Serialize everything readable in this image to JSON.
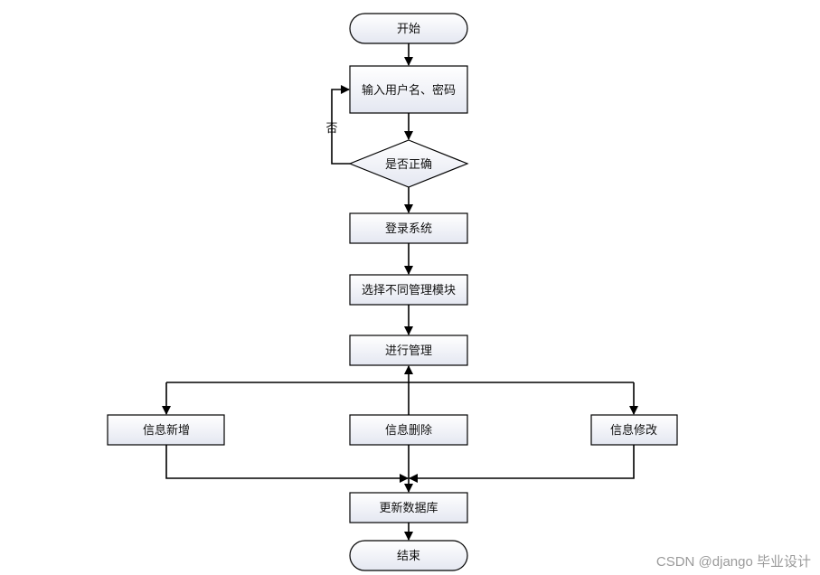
{
  "flowchart": {
    "start": "开始",
    "input": "输入用户名、密码",
    "check": "是否正确",
    "no_label": "否",
    "login": "登录系统",
    "select_module": "选择不同管理模块",
    "manage": "进行管理",
    "add": "信息新增",
    "delete": "信息删除",
    "modify": "信息修改",
    "update_db": "更新数据库",
    "end": "结束"
  },
  "watermark": "CSDN @django 毕业设计",
  "colors": {
    "box_gradient_top": "#ffffff",
    "box_gradient_bottom": "#e6e8f2",
    "stroke": "#000000",
    "watermark": "#9a9a9a"
  }
}
